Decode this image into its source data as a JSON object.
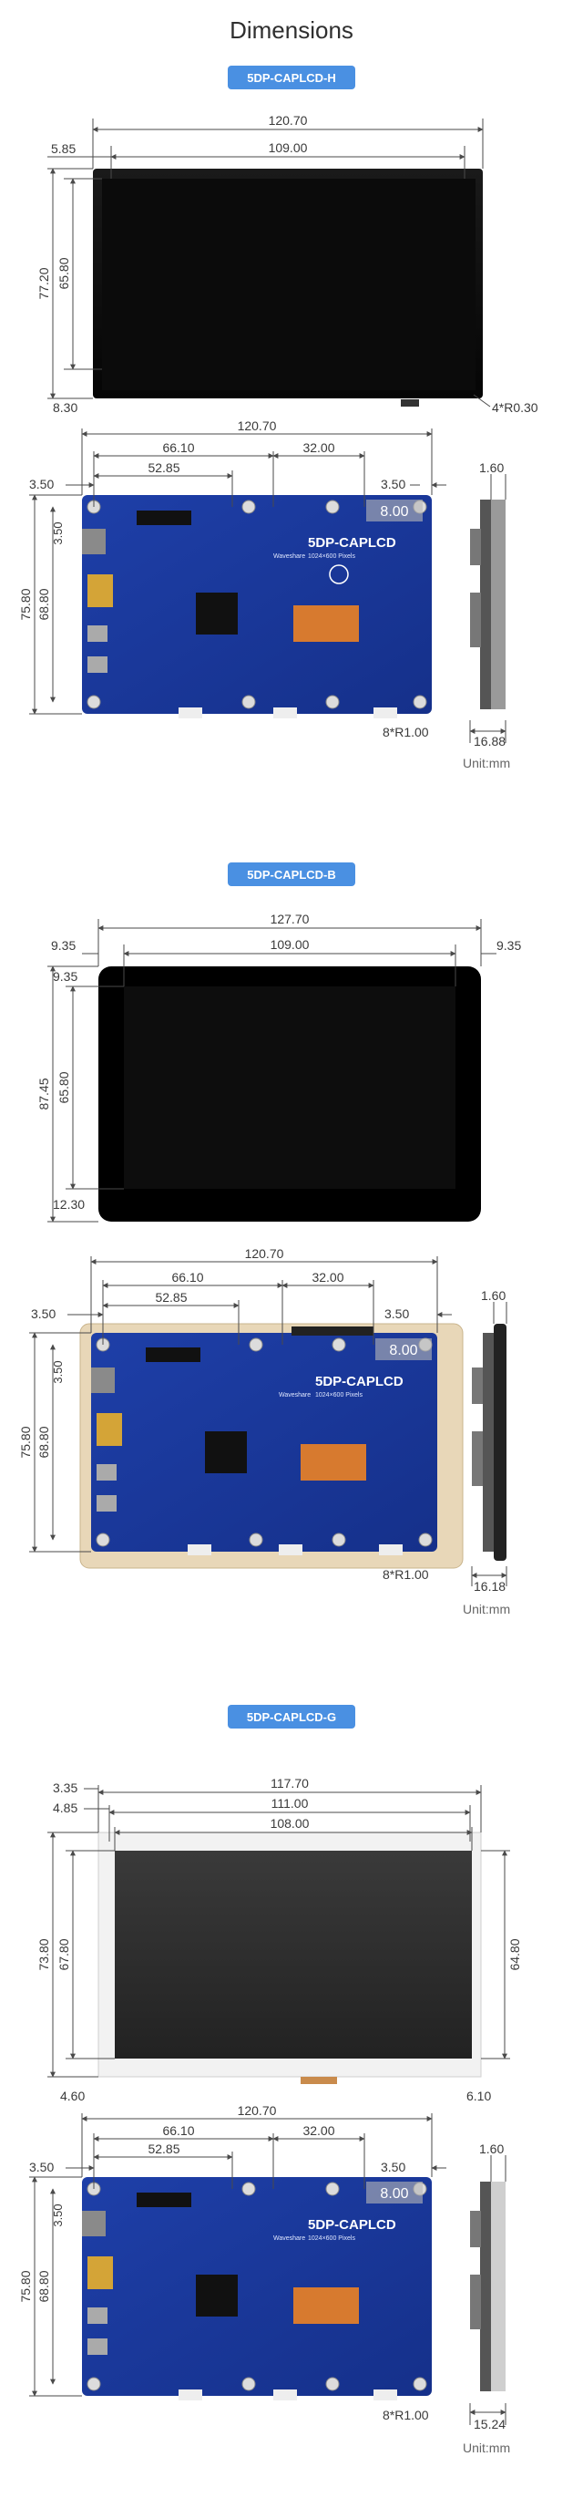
{
  "title": "Dimensions",
  "unit_label": "Unit:mm",
  "accent_color": "#4a90e2",
  "sections": [
    {
      "badge": "5DP-CAPLCD-H",
      "front": {
        "outer_width": "120.70",
        "active_width": "109.00",
        "left_margin": "5.85",
        "outer_height": "77.20",
        "active_height": "65.80",
        "bottom_margin": "8.30",
        "corner_radius": "4*R0.30"
      },
      "back": {
        "width": "120.70",
        "hole_x1": "66.10",
        "hole_x2": "32.00",
        "hole_x3": "52.85",
        "edge_left": "3.50",
        "edge_right": "3.50",
        "edge_top": "3.50",
        "outer_height": "75.80",
        "hole_height": "68.80",
        "thickness_top": "1.60",
        "depth": "16.88",
        "hole_radius": "8*R1.00",
        "pcb_tag": "8.00",
        "pcb_title": "5DP-CAPLCD",
        "pcb_sub1": "1024×600 Pixels",
        "pcb_sub2": "Waveshare"
      }
    },
    {
      "badge": "5DP-CAPLCD-B",
      "front": {
        "outer_width": "127.70",
        "active_width": "109.00",
        "left_margin": "9.35",
        "right_margin": "9.35",
        "top_margin": "9.35",
        "outer_height": "87.45",
        "active_height": "65.80",
        "bottom_margin": "12.30"
      },
      "back": {
        "width": "120.70",
        "hole_x1": "66.10",
        "hole_x2": "32.00",
        "hole_x3": "52.85",
        "edge_left": "3.50",
        "edge_right": "3.50",
        "edge_top": "3.50",
        "outer_height": "75.80",
        "hole_height": "68.80",
        "thickness_top": "1.60",
        "depth": "16.18",
        "hole_radius": "8*R1.00",
        "pcb_tag": "8.00",
        "pcb_title": "5DP-CAPLCD",
        "pcb_sub1": "1024×600 Pixels",
        "pcb_sub2": "Waveshare"
      }
    },
    {
      "badge": "5DP-CAPLCD-G",
      "front": {
        "outer_width": "117.70",
        "mid_width": "111.00",
        "active_width": "108.00",
        "left_a": "3.35",
        "left_b": "4.85",
        "outer_height": "73.80",
        "active_height": "67.80",
        "right_height": "64.80",
        "bottom_left": "4.60",
        "bottom_right": "6.10"
      },
      "back": {
        "width": "120.70",
        "hole_x1": "66.10",
        "hole_x2": "32.00",
        "hole_x3": "52.85",
        "edge_left": "3.50",
        "edge_right": "3.50",
        "edge_top": "3.50",
        "outer_height": "75.80",
        "hole_height": "68.80",
        "thickness_top": "1.60",
        "depth": "15.24",
        "hole_radius": "8*R1.00",
        "pcb_tag": "8.00",
        "pcb_title": "5DP-CAPLCD",
        "pcb_sub1": "1024×600 Pixels",
        "pcb_sub2": "Waveshare"
      }
    }
  ]
}
